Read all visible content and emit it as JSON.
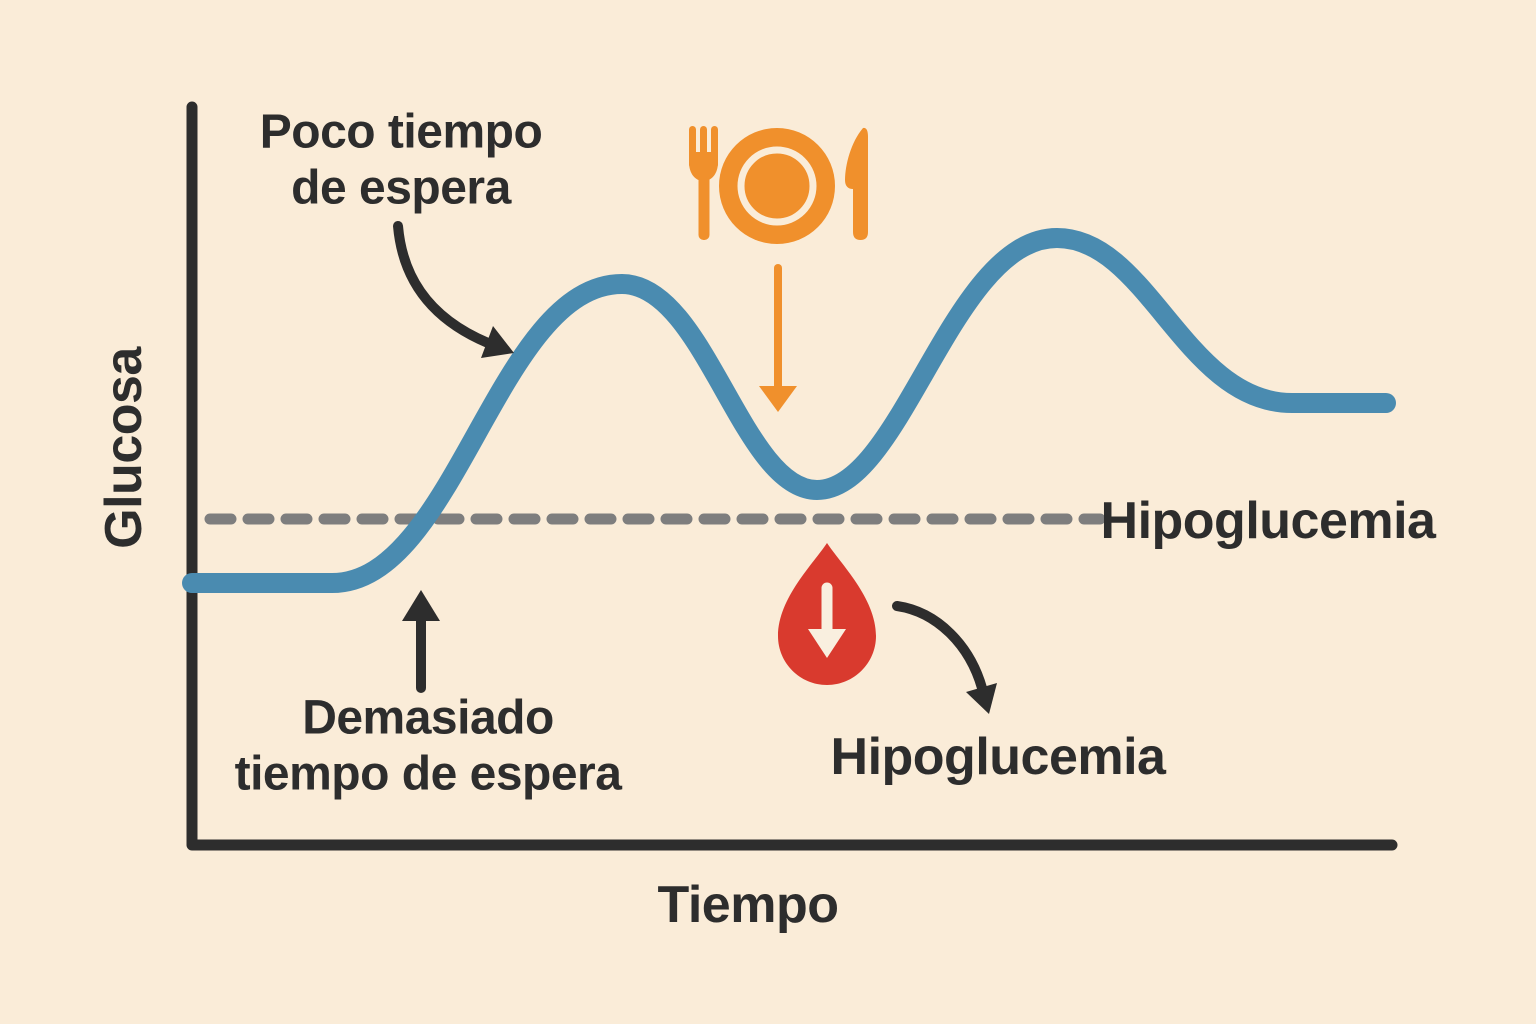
{
  "diagram": {
    "y_axis_label": "Glucosa",
    "x_axis_label": "Tiempo",
    "threshold_line_label": "Hipoglucemia",
    "annotations": {
      "short_wait": {
        "line1": "Poco tiempo",
        "line2": "de espera"
      },
      "long_wait": {
        "line1": "Demasiado",
        "line2": "tiempo de espera"
      },
      "hypo_event": "Hipoglucemia"
    },
    "icons": {
      "meal": "meal-plate-fork-knife-icon",
      "meal_effect": "orange-down-arrow-icon",
      "blood_drop": "blood-drop-icon",
      "drop_inner": "white-down-arrow-icon"
    }
  },
  "colors": {
    "bg": "#faecd8",
    "ink": "#2d2d2d",
    "curve": "#4a8bb0",
    "dash": "#7e7e7e",
    "orange": "#f0902c",
    "red": "#d93a2e",
    "cream": "#f9efdf"
  }
}
